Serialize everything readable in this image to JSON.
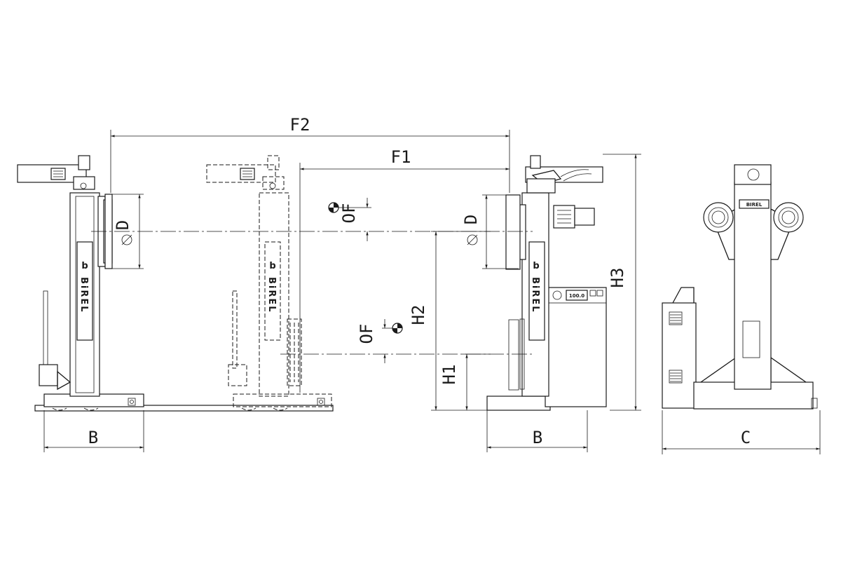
{
  "dimensions": {
    "f2": "F2",
    "f1": "F1",
    "of_upper": "OF",
    "of_lower": "OF",
    "d_left": "D",
    "d_right": "D",
    "h1": "H1",
    "h2": "H2",
    "h3": "H3",
    "b_left": "B",
    "b_right": "B",
    "c": "C"
  },
  "brand": {
    "logo_letter": "b",
    "name_left": "BiREL",
    "name_middle": "BiREL",
    "name_right": "BiREL",
    "badge": "BIREL"
  },
  "control_panel": {
    "display": "100.0"
  },
  "colors": {
    "line": "#1a1a1a",
    "background": "#ffffff"
  }
}
